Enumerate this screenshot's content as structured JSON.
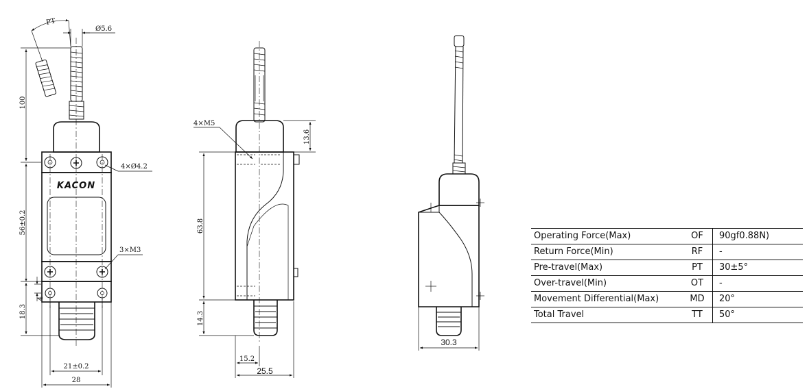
{
  "dimensions": {
    "front": {
      "pt": "PT",
      "rod_dia": "Ø5.6",
      "rod_length": "100",
      "mount_holes": "4×Ø4.2",
      "body_height": "56±0.2",
      "screws": "3×M3",
      "small": "4",
      "bottom": "18.3",
      "hole_pitch": "21±0.2",
      "width": "28"
    },
    "side": {
      "threads": "4×M5",
      "top": "13.6",
      "body_height": "63.8",
      "bottom": "14.3",
      "offset": "15.2",
      "depth": "25.5"
    },
    "rear": {
      "width": "30.3"
    }
  },
  "brand": "KACON",
  "specs": [
    {
      "name": "Operating Force(Max)",
      "code": "OF",
      "value": "90gf0.88N)"
    },
    {
      "name": "Return Force(Min)",
      "code": "RF",
      "value": "-"
    },
    {
      "name": "Pre-travel(Max)",
      "code": "PT",
      "value": "30±5°"
    },
    {
      "name": "Over-travel(Min)",
      "code": "OT",
      "value": "-"
    },
    {
      "name": "Movement Differential(Max)",
      "code": "MD",
      "value": "20°"
    },
    {
      "name": "Total Travel",
      "code": "TT",
      "value": "50°"
    }
  ]
}
